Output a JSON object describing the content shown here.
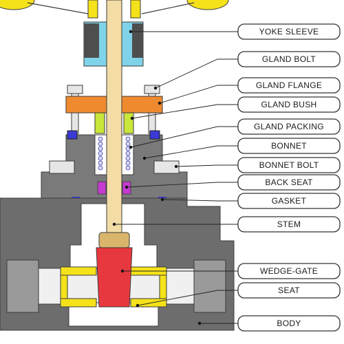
{
  "labels": [
    {
      "id": "yoke-sleeve",
      "text": "YOKE SLEEVE"
    },
    {
      "id": "gland-bolt",
      "text": "GLAND BOLT"
    },
    {
      "id": "gland-flange",
      "text": "GLAND FLANGE"
    },
    {
      "id": "gland-bush",
      "text": "GLAND BUSH"
    },
    {
      "id": "gland-packing",
      "text": "GLAND PACKING"
    },
    {
      "id": "bonnet",
      "text": "BONNET"
    },
    {
      "id": "bonnet-bolt",
      "text": "BONNET BOLT"
    },
    {
      "id": "back-seat",
      "text": "BACK SEAT"
    },
    {
      "id": "gasket",
      "text": "GASKET"
    },
    {
      "id": "stem",
      "text": "STEM"
    },
    {
      "id": "wedge-gate",
      "text": "WEDGE-GATE"
    },
    {
      "id": "seat",
      "text": "SEAT"
    },
    {
      "id": "body",
      "text": "BODY"
    }
  ],
  "colors": {
    "body": "#6d6d6d",
    "bonnet": "#7a7a7a",
    "stem": "#f3dca6",
    "yoke_sleeve": "#7fd3e8",
    "gland_flange": "#f08a2e",
    "gland_bush": "#c9e63a",
    "seat": "#f5e21a",
    "wedge_gate": "#e8383f",
    "back_seat": "#c43bd0",
    "bolt": "#e6e6e6",
    "nut_blue": "#3a3ad6",
    "handwheel": "#f5e21a"
  }
}
